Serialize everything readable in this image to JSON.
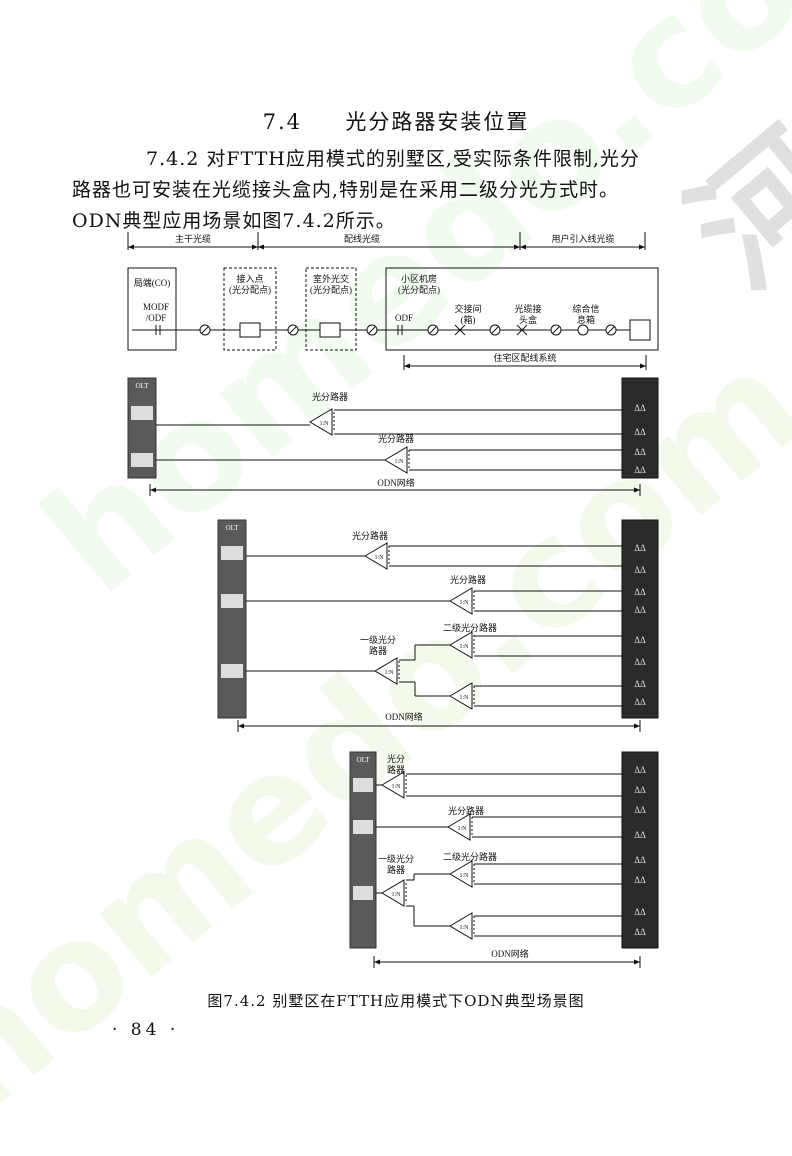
{
  "section": {
    "number": "7.4",
    "title": "光分路器安装位置"
  },
  "paragraph": {
    "line1": "7.4.2 对FTTH应用模式的别墅区,受实际条件限制,光分",
    "line2": "路器也可安装在光缆接头盒内,特别是在采用二级分光方式时。",
    "line3": "ODN典型应用场景如图7.4.2所示。"
  },
  "figure": {
    "top_diagram": {
      "segments": [
        "主干光缆",
        "配线光缆",
        "用户引入线光缆"
      ],
      "co_label": "局端(CO)",
      "modf_label": "MODF\n/ODF",
      "access_point_label": "接入点\n(光分配点)",
      "outdoor_cabinet_label": "室外光交\n(光分配点)",
      "room_label": "小区机房\n(光分配点)",
      "odf_label": "ODF",
      "cross_box_label": "交接间\n(箱)",
      "splice_box_label": "光缆接\n头盒",
      "info_box_label": "综合信\n息箱",
      "residential_label": "住宅区配线系统"
    },
    "olt_label": "OLT",
    "splitter_label": "光分路器",
    "splitter_ratio": "1:N",
    "first_level_splitter": "一级光分\n路器",
    "second_level_splitter": "二级光分路器",
    "splitter_short": "光分\n路器",
    "odn_network": "ODN网络",
    "onu_symbol": "ΔΔ"
  },
  "caption": "图7.4.2 别墅区在FTTH应用模式下ODN典型场景图",
  "page_number": "· 84 ·",
  "watermark": {
    "text": "homedo.com",
    "cjk": "河"
  }
}
